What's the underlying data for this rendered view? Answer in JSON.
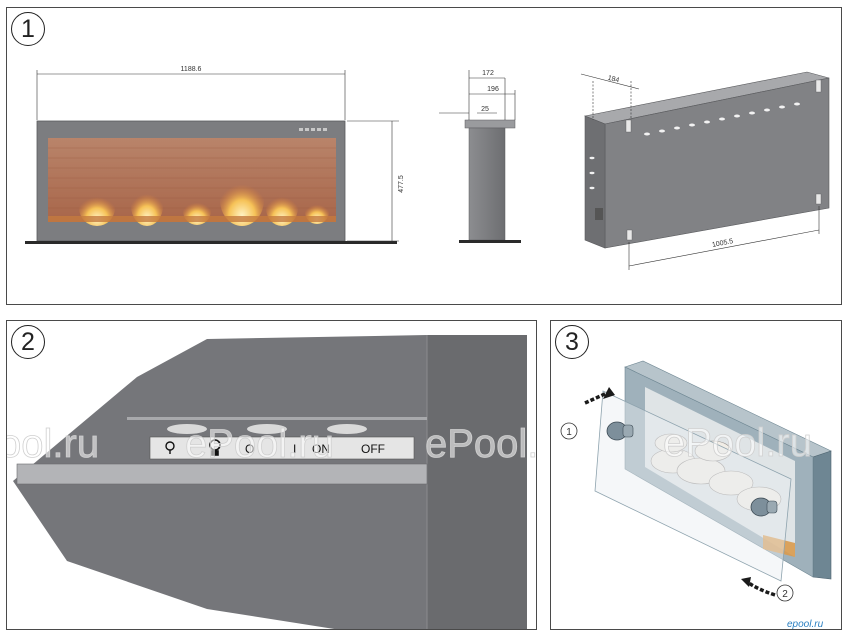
{
  "panels": [
    {
      "number": "1"
    },
    {
      "number": "2"
    },
    {
      "number": "3"
    }
  ],
  "dimensions": {
    "width": "1188.6",
    "height": "477.5",
    "depth_top": "172",
    "depth_mid": "196",
    "depth_small": "25",
    "back_top": "184",
    "back_bottom": "1005.5"
  },
  "switch_panel": {
    "labels": [
      "O",
      "I",
      "ON",
      "OFF"
    ]
  },
  "watermark": {
    "texts": [
      "ool.ru",
      "ePool.ru",
      "ePool.ru",
      "ePool.ru"
    ]
  },
  "steps": {
    "callouts": [
      "1",
      "2"
    ]
  },
  "brand": "epool.ru",
  "colors": {
    "body_gray": "#7c7d80",
    "dark_gray": "#5e5f62",
    "light_gray": "#b3b4b7",
    "firebox_brick": "#b0755a",
    "flame": "#f6c257",
    "steel_blue": "#9fb1bb"
  }
}
